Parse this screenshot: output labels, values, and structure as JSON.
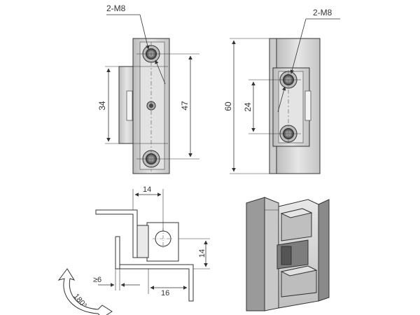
{
  "labels": {
    "thread_front": "2-M8",
    "thread_side": "2-M8",
    "dim_34": "34",
    "dim_47": "47",
    "dim_60": "60",
    "dim_24": "24",
    "dim_14_top": "14",
    "dim_14_right": "14",
    "dim_16": "16",
    "dim_ge6": "≥6",
    "rotation": "180°"
  },
  "colors": {
    "line": "#333333",
    "hinge_fill": "#d8d8d8",
    "hinge_dark": "#8c8c8c",
    "hinge_light": "#eeeeee"
  }
}
